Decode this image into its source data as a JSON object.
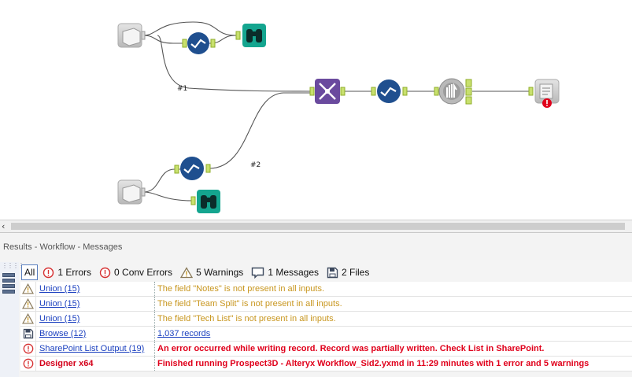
{
  "canvas": {
    "connection_labels": [
      "#1",
      "#2"
    ]
  },
  "results": {
    "title": "Results - Workflow - Messages",
    "filters": {
      "all": "All",
      "errors": "1 Errors",
      "conv_errors": "0 Conv Errors",
      "warnings": "5 Warnings",
      "messages": "1 Messages",
      "files": "2 Files"
    },
    "rows": [
      {
        "type": "warning",
        "source": "Union (15)",
        "message": "The field \"Notes\" is not present in all inputs."
      },
      {
        "type": "warning",
        "source": "Union (15)",
        "message": "The field \"Team Split\" is not present in all inputs."
      },
      {
        "type": "warning",
        "source": "Union (15)",
        "message": "The field \"Tech List\" is not present in all inputs."
      },
      {
        "type": "file",
        "source": "Browse (12)",
        "message": "1,037 records"
      },
      {
        "type": "error",
        "source": "SharePoint List Output (19)",
        "message": "An error occurred while writing record. Record was partially written. Check List in SharePoint."
      },
      {
        "type": "error",
        "source": "Designer x64",
        "message": "Finished running Prospect3D - Alteryx Workflow_Sid2.yxmd in 11:29 minutes with 1 error and 5 warnings"
      }
    ]
  },
  "colors": {
    "select_tool": "#1f4f8f",
    "browse_tool": "#14a58f",
    "union_tool": "#6a4a9e",
    "error_red": "#e0001b",
    "warning_amber": "#c8961e",
    "link_blue": "#1a3fbf"
  },
  "icons": [
    "input-data-icon",
    "select-icon",
    "browse-icon",
    "union-icon",
    "block-until-done-icon",
    "sharepoint-output-icon",
    "error-badge-icon",
    "warning-icon",
    "message-icon",
    "file-icon",
    "menu-icon"
  ]
}
